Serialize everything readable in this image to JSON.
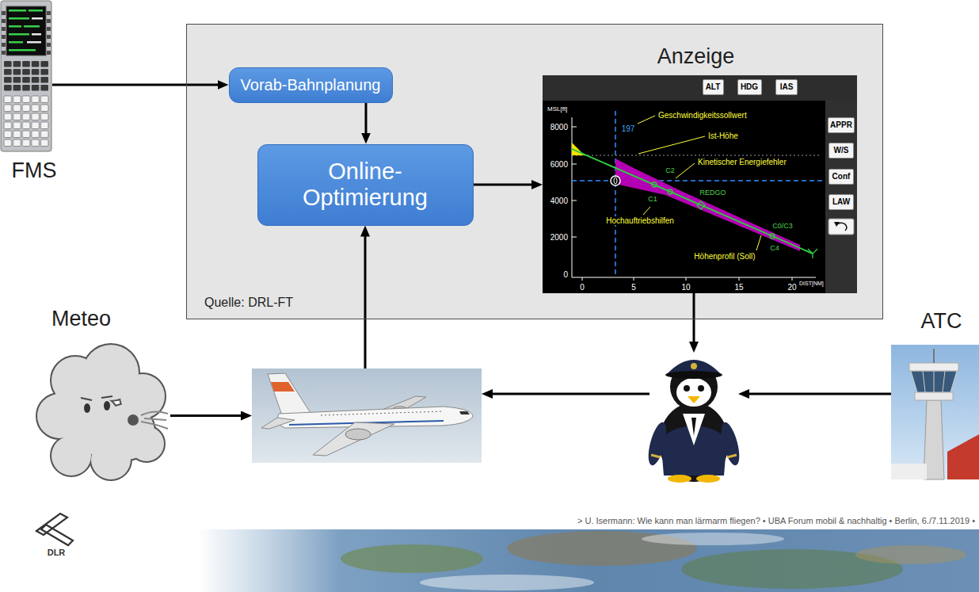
{
  "diagram": {
    "nodes": [
      {
        "text": [
          "FMS"
        ]
      },
      {
        "text": [
          "Quelle: DRL-FT"
        ]
      },
      {
        "text": [
          "Vorab-Bahnplanung"
        ],
        "in": 1
      },
      {
        "text": [
          "Online- Optimierung"
        ],
        "in": 1
      },
      {
        "text": [
          "Anzeige"
        ],
        "in": 1
      },
      {
        "text": [
          "ALT"
        ],
        "in": 4
      },
      {
        "text": [
          "HDG"
        ],
        "in": 4
      },
      {
        "text": [
          "IAS"
        ],
        "in": 4
      },
      {
        "text": [
          "APPR"
        ],
        "in": 4
      },
      {
        "text": [
          "W/S"
        ],
        "in": 4
      },
      {
        "text": [
          "Conf"
        ],
        "in": 4
      },
      {
        "text": [
          "LAW"
        ],
        "in": 4
      },
      {
        "text": [
          "Meteo"
        ]
      },
      {},
      {},
      {
        "text": [
          "ATC"
        ]
      }
    ],
    "edges": [
      {
        "from": 0,
        "to": 2,
        "arrow": "to"
      },
      {
        "from": 2,
        "to": 3,
        "arrow": "to"
      },
      {
        "from": 3,
        "to": 4,
        "arrow": "to"
      },
      {
        "from": 13,
        "to": 3,
        "arrow": "to"
      },
      {
        "from": 4,
        "to": 14,
        "arrow": "to"
      },
      {
        "from": 15,
        "to": 14,
        "arrow": "to"
      },
      {
        "from": 14,
        "to": 13,
        "arrow": "to"
      },
      {
        "from": 12,
        "to": 13,
        "arrow": "to"
      }
    ],
    "labels": [
      "MSL[ft]",
      "8000",
      "6000",
      "4000",
      "2000",
      "0",
      "0",
      "5",
      "10",
      "15",
      "20",
      "DIST[NM]",
      "197",
      "Geschwindigkeitssollwert",
      "Ist-Höhe",
      "Kinetischer Energiefehler",
      "C2",
      "C1",
      "REDGO",
      "Hochauftriebshilfen",
      "C0/C3",
      "C4",
      "Höhenprofil (Soll)",
      "> U. Isermann: Wie kann man lärmarm fliegen? • UBA Forum mobil & nachhaltig • Berlin, 6./7.11.2019 •",
      "DLR"
    ]
  }
}
